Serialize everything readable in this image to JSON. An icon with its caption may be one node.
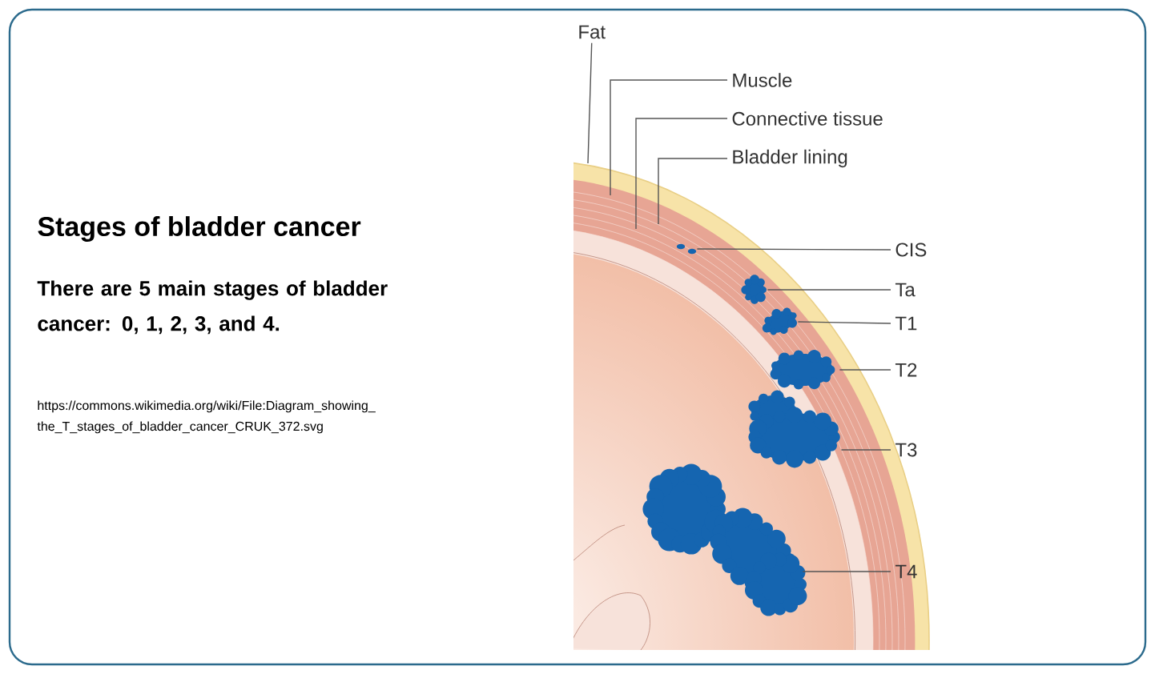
{
  "diagram": {
    "title": "Stages of bladder cancer",
    "nodes": [
      {
        "text": [
          "Fat"
        ]
      },
      {
        "text": [
          "Muscle"
        ]
      },
      {
        "text": [
          "Connective tissue"
        ]
      },
      {
        "text": [
          "Bladder lining"
        ]
      },
      {
        "text": [
          "CIS"
        ]
      },
      {
        "text": [
          "Ta"
        ]
      },
      {
        "text": [
          "T1"
        ]
      },
      {
        "text": [
          "T2"
        ]
      },
      {
        "text": [
          "T3"
        ]
      },
      {
        "text": [
          "T4"
        ]
      },
      {
        "text": [],
        "shape": "cloud"
      },
      {
        "text": [],
        "shape": "cloud"
      },
      {
        "text": [],
        "shape": "cloud"
      },
      {
        "text": [],
        "shape": "cloud"
      },
      {
        "text": [],
        "shape": "cloud"
      },
      {
        "text": [],
        "shape": "cloud"
      }
    ],
    "edges": [
      {
        "from": 0,
        "to": null,
        "arrow": "none"
      },
      {
        "from": 1,
        "to": null,
        "arrow": "none"
      },
      {
        "from": 2,
        "to": null,
        "arrow": "none"
      },
      {
        "from": 3,
        "to": null,
        "arrow": "none"
      },
      {
        "from": 4,
        "to": 10,
        "arrow": "none"
      },
      {
        "from": 5,
        "to": 11,
        "arrow": "none"
      },
      {
        "from": 6,
        "to": 12,
        "arrow": "none"
      },
      {
        "from": 7,
        "to": 13,
        "arrow": "none"
      },
      {
        "from": 8,
        "to": 14,
        "arrow": "none"
      },
      {
        "from": 9,
        "to": 15,
        "arrow": "none"
      }
    ],
    "labels": [
      "There are 5 main stages of bladder cancer: 0, 1, 2, 3, and 4.",
      "https://commons.wikimedia.org/wiki/File:Diagram_showing_the_T_stages_of_bladder_cancer_CRUK_372.svg"
    ]
  }
}
